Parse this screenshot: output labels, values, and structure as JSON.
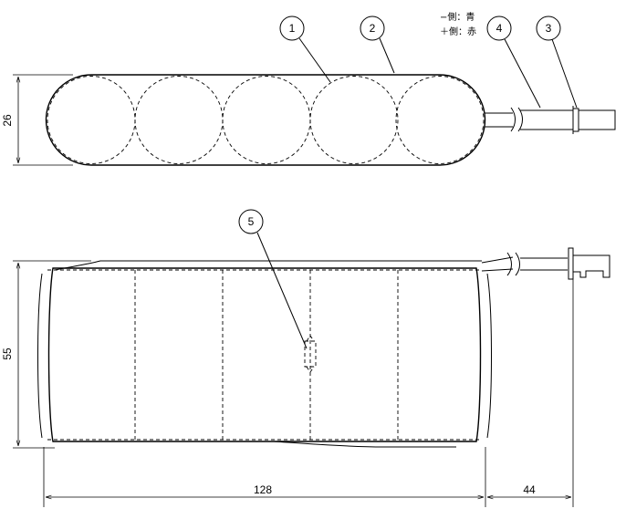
{
  "callouts": {
    "c1": "1",
    "c2": "2",
    "c3": "3",
    "c4": "4",
    "c5": "5"
  },
  "polarity": {
    "neg": "−側：青",
    "pos": "＋側：赤"
  },
  "dimensions": {
    "top_height": "26",
    "front_height": "55",
    "body_length": "128",
    "lead_length": "44"
  }
}
